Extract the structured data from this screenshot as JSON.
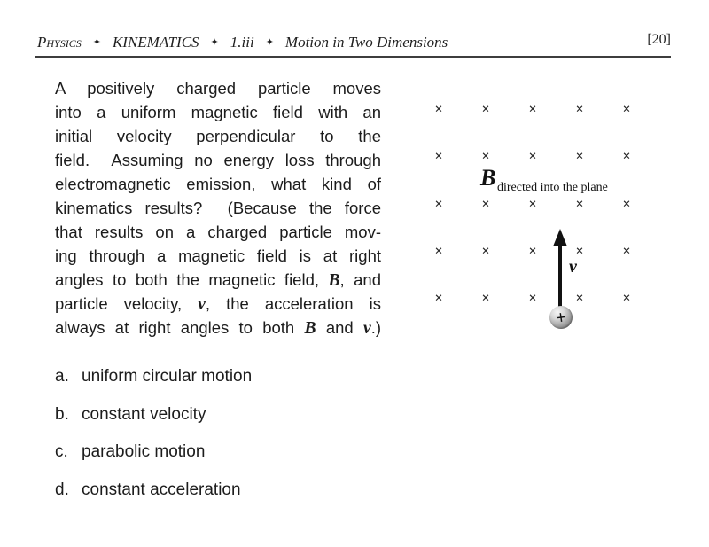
{
  "header": {
    "course": "Physics",
    "separator": "✦",
    "unit": "KINEMATICS",
    "section": "1.iii",
    "topic": "Motion in Two Dimensions",
    "page_ref": "[20]"
  },
  "question": {
    "lines": [
      [
        {
          "t": "A positively charged particle moves"
        }
      ],
      [
        {
          "t": "into a uniform magnetic field with an"
        }
      ],
      [
        {
          "t": "initial velocity perpendicular to the"
        }
      ],
      [
        {
          "t": "field.  Assuming no energy loss through"
        }
      ],
      [
        {
          "t": "electromagnetic emission, what kind of"
        }
      ],
      [
        {
          "t": "kinematics results?  (Because the force"
        }
      ],
      [
        {
          "t": "that results on a charged particle mov-"
        }
      ],
      [
        {
          "t": "ing through a magnetic field is at right"
        }
      ],
      [
        {
          "t": "angles to both the magnetic field, "
        },
        {
          "t": "B",
          "s": "sym"
        },
        {
          "t": ", and"
        }
      ],
      [
        {
          "t": "particle velocity, "
        },
        {
          "t": "v",
          "s": "sym"
        },
        {
          "t": ", the acceleration is"
        }
      ],
      [
        {
          "t": "always at right angles to both "
        },
        {
          "t": "B",
          "s": "sym"
        },
        {
          "t": " and "
        },
        {
          "t": "v",
          "s": "sym"
        },
        {
          "t": ".)"
        }
      ]
    ]
  },
  "options": {
    "items": [
      {
        "letter": "a.",
        "label": "uniform circular motion"
      },
      {
        "letter": "b.",
        "label": "constant velocity"
      },
      {
        "letter": "c.",
        "label": "parabolic motion"
      },
      {
        "letter": "d.",
        "label": "constant acceleration"
      }
    ]
  },
  "diagram": {
    "field_symbol": "×",
    "grid_rows": 5,
    "grid_cols": 5,
    "field_label_symbol": "B",
    "field_label_text": "directed into the plane",
    "velocity_label": "v",
    "charge_symbol": "+",
    "colors": {
      "ink": "#1a1a1a",
      "rule": "#3d3d3d",
      "ball_highlight": "#f6f6f6",
      "ball_shadow": "#6b6b6b"
    }
  }
}
